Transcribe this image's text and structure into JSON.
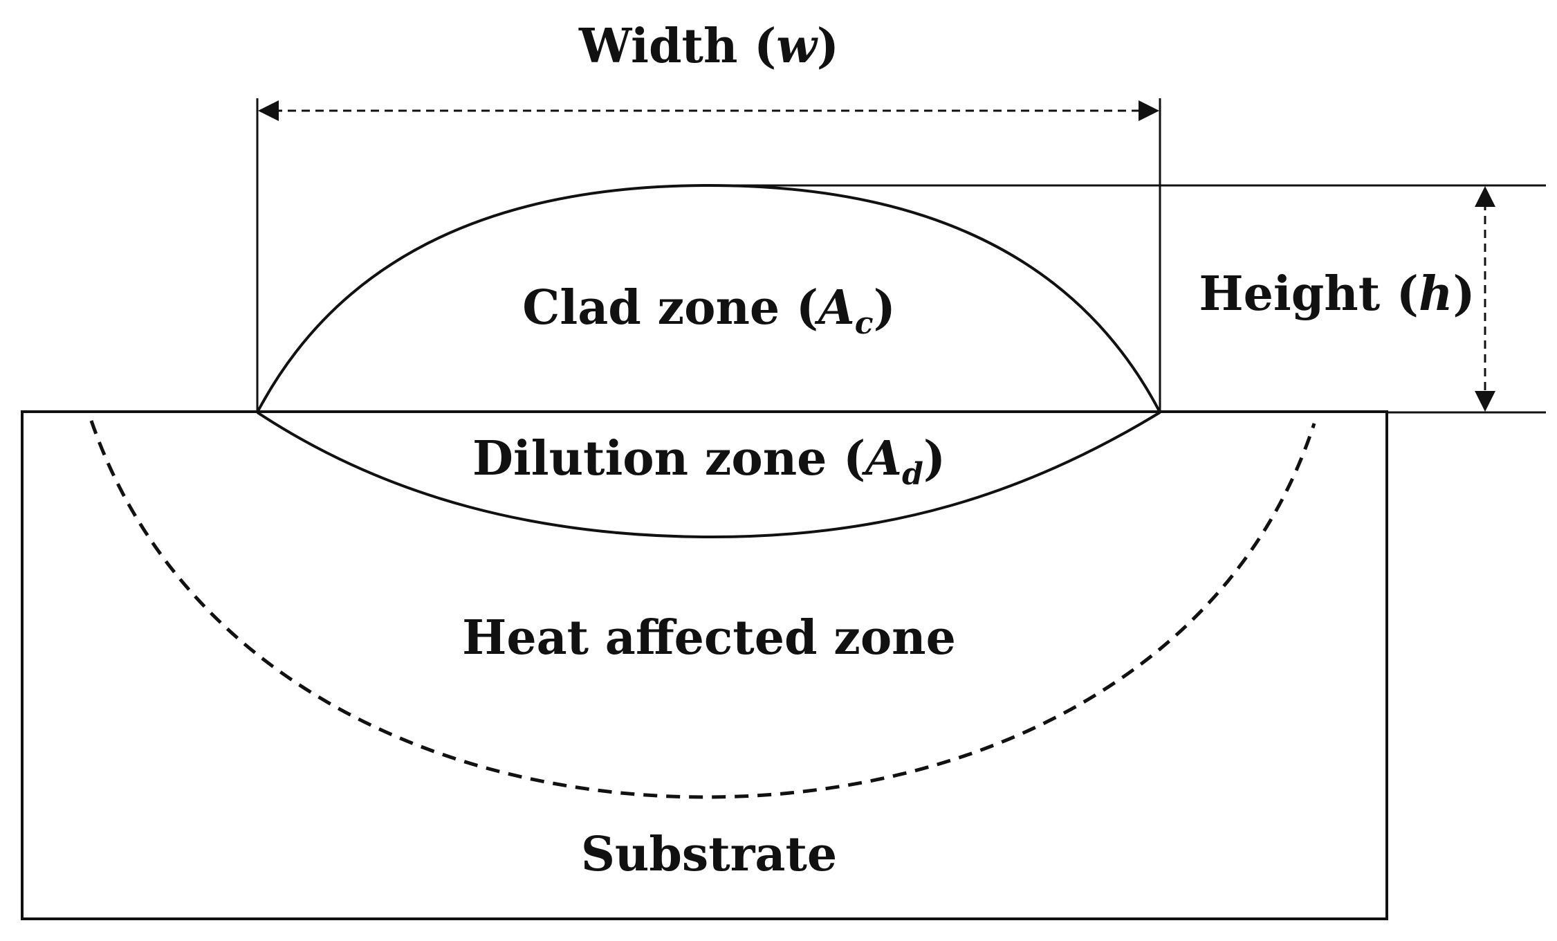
{
  "colors": {
    "ink": "#111111",
    "background": "#ffffff"
  },
  "labels": {
    "width": {
      "text": "Width (",
      "symbol": "w",
      "close": ")"
    },
    "height": {
      "text": "Height (",
      "symbol": "h",
      "close": ")"
    },
    "clad_zone": {
      "text": "Clad zone (",
      "symbol": "A",
      "subscript": "c",
      "close": ")"
    },
    "dilution_zone": {
      "text": "Dilution zone (",
      "symbol": "A",
      "subscript": "d",
      "close": ")"
    },
    "heat_affected_zone": {
      "text": "Heat affected zone"
    },
    "substrate": {
      "text": "Substrate"
    }
  }
}
